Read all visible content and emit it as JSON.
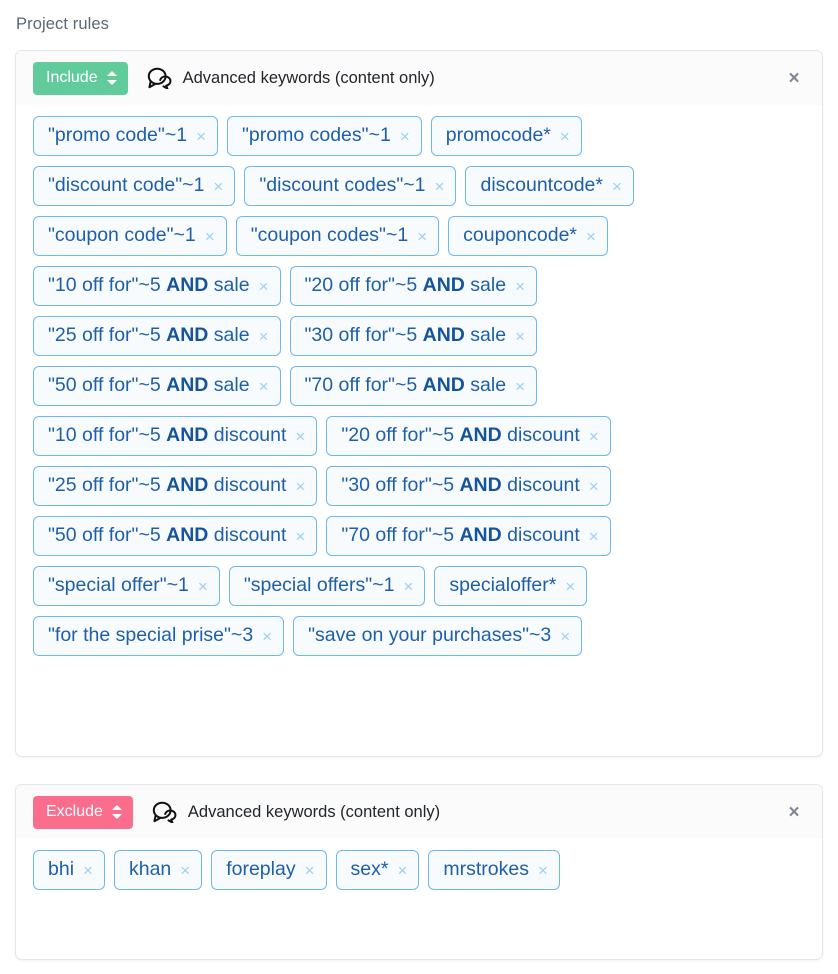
{
  "page": {
    "title": "Project rules"
  },
  "colors": {
    "include_badge": "#62cb9b",
    "exclude_badge": "#fa6d8c",
    "tag_border": "#6cb8f2",
    "tag_background": "#f8fbfe",
    "tag_text": "#1f5fa8",
    "tag_remove": "#9ad0f5",
    "card_border": "#e3e6ea",
    "card_header_background": "#fbfbfc",
    "page_title_text": "#5a6876"
  },
  "cards": [
    {
      "mode_label": "Include",
      "mode_icon": "chevron-up-down-icon",
      "type_icon": "comments-icon",
      "type_label": "Advanced keywords (content only)",
      "close_label": "×",
      "rows": [
        [
          {
            "text": "\"promo code\"~1",
            "bold": ""
          },
          {
            "text": "\"promo codes\"~1",
            "bold": ""
          },
          {
            "text": "promocode*",
            "bold": ""
          }
        ],
        [
          {
            "text": "\"discount code\"~1",
            "bold": ""
          },
          {
            "text": "\"discount codes\"~1",
            "bold": ""
          },
          {
            "text": "discountcode*",
            "bold": ""
          }
        ],
        [
          {
            "text": "\"coupon code\"~1",
            "bold": ""
          },
          {
            "text": "\"coupon codes\"~1",
            "bold": ""
          },
          {
            "text": "couponcode*",
            "bold": ""
          }
        ],
        [
          {
            "prefix": "\"10 off for\"~5 ",
            "bold": "AND",
            "suffix": " sale"
          },
          {
            "prefix": "\"20 off for\"~5 ",
            "bold": "AND",
            "suffix": " sale"
          }
        ],
        [
          {
            "prefix": "\"25 off for\"~5 ",
            "bold": "AND",
            "suffix": " sale"
          },
          {
            "prefix": "\"30 off for\"~5 ",
            "bold": "AND",
            "suffix": " sale"
          }
        ],
        [
          {
            "prefix": "\"50 off for\"~5 ",
            "bold": "AND",
            "suffix": " sale"
          },
          {
            "prefix": "\"70 off for\"~5 ",
            "bold": "AND",
            "suffix": " sale"
          }
        ],
        [
          {
            "prefix": "\"10 off for\"~5 ",
            "bold": "AND",
            "suffix": " discount"
          },
          {
            "prefix": "\"20 off for\"~5 ",
            "bold": "AND",
            "suffix": " discount"
          }
        ],
        [
          {
            "prefix": "\"25 off for\"~5 ",
            "bold": "AND",
            "suffix": " discount"
          },
          {
            "prefix": "\"30 off for\"~5 ",
            "bold": "AND",
            "suffix": " discount"
          }
        ],
        [
          {
            "prefix": "\"50 off for\"~5 ",
            "bold": "AND",
            "suffix": " discount"
          },
          {
            "prefix": "\"70 off for\"~5 ",
            "bold": "AND",
            "suffix": " discount"
          }
        ],
        [
          {
            "text": "\"special offer\"~1",
            "bold": ""
          },
          {
            "text": "\"special offers\"~1",
            "bold": ""
          },
          {
            "text": "specialoffer*",
            "bold": ""
          }
        ],
        [
          {
            "text": "\"for the special prise\"~3",
            "bold": ""
          },
          {
            "text": "\"save on your purchases\"~3",
            "bold": ""
          }
        ]
      ]
    },
    {
      "mode_label": "Exclude",
      "mode_icon": "chevron-up-down-icon",
      "type_icon": "comments-icon",
      "type_label": "Advanced keywords (content only)",
      "close_label": "×",
      "rows": [
        [
          {
            "text": "bhi",
            "bold": ""
          },
          {
            "text": "khan",
            "bold": ""
          },
          {
            "text": "foreplay",
            "bold": ""
          },
          {
            "text": "sex*",
            "bold": ""
          },
          {
            "text": "mrstrokes",
            "bold": ""
          }
        ]
      ]
    }
  ],
  "tag_remove_label": "×"
}
